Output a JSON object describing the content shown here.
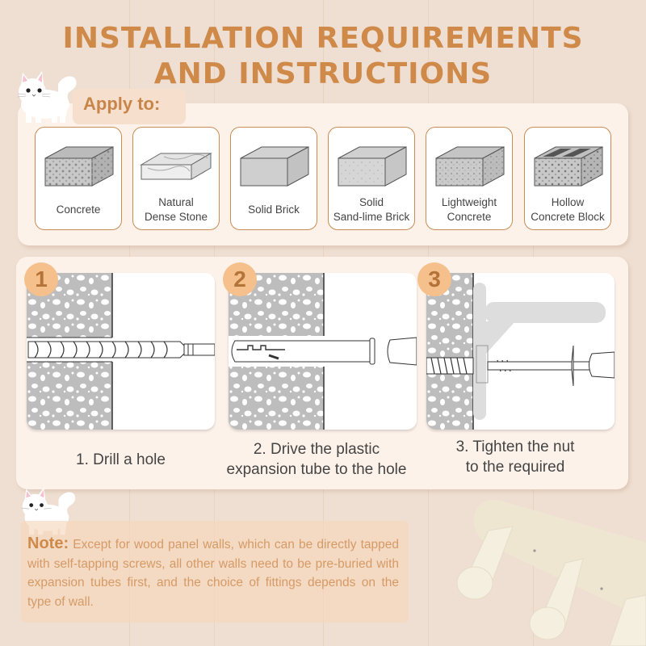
{
  "title": {
    "line1": "INSTALLATION REQUIREMENTS",
    "line2": "AND INSTRUCTIONS",
    "color": "#cf8a4a"
  },
  "apply": {
    "label": "Apply to:",
    "materials": [
      {
        "line1": "Concrete",
        "line2": "",
        "icon": "concrete-block-icon"
      },
      {
        "line1": "Natural",
        "line2": "Dense Stone",
        "icon": "stone-block-icon"
      },
      {
        "line1": "Solid Brick",
        "line2": "",
        "icon": "solid-brick-icon"
      },
      {
        "line1": "Solid",
        "line2": "Sand-lime Brick",
        "icon": "sand-lime-brick-icon"
      },
      {
        "line1": "Lightweight",
        "line2": "Concrete",
        "icon": "lightweight-concrete-icon"
      },
      {
        "line1": "Hollow",
        "line2": "Concrete Block",
        "icon": "hollow-block-icon"
      }
    ]
  },
  "steps": [
    {
      "number": "1",
      "line1": "1. Drill a hole",
      "line2": ""
    },
    {
      "number": "2",
      "line1": "2. Drive the plastic",
      "line2": "expansion tube to the hole"
    },
    {
      "number": "3",
      "line1": "3. Tighten the nut",
      "line2": "to the required"
    }
  ],
  "note": {
    "label": "Note:",
    "text": "Except for wood panel walls, which can be directly tapped with self-tapping screws, all other walls need to be pre-buried with expansion tubes first, and the choice of fittings depends on the type of wall."
  },
  "colors": {
    "accent": "#cf8a4a",
    "badge": "#f6c08c",
    "panel": "#fdf2ea",
    "background": "#efdfd2",
    "card_border": "#c98c55"
  }
}
